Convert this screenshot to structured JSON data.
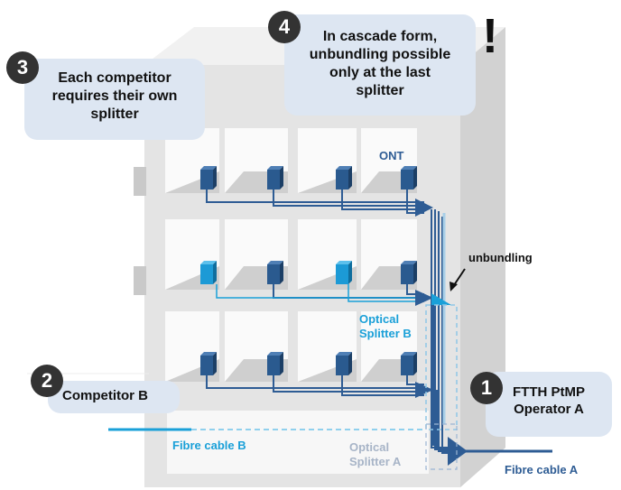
{
  "callouts": {
    "c1": {
      "number": "1",
      "text": "FTTH PtMP\nOperator A"
    },
    "c2": {
      "number": "2",
      "text": "Competitor B"
    },
    "c3": {
      "number": "3",
      "text": "Each competitor\nrequires their own\nsplitter"
    },
    "c4": {
      "number": "4",
      "text": "In cascade form,\nunbundling possible\nonly at the last\nsplitter"
    }
  },
  "labels": {
    "ont": "ONT",
    "unbundling": "unbundling",
    "splitter_b": "Optical\nSplitter B",
    "splitter_a": "Optical\nSplitter A",
    "fibre_b": "Fibre cable B",
    "fibre_a": "Fibre cable A",
    "exclamation": "!"
  },
  "colors": {
    "operator_a": "#2e5c94",
    "competitor_b": "#1aa0d8",
    "callout_bg": "#dde6f2",
    "building": "#e6e6e6",
    "ont_dark": "#2a5a8f",
    "ont_light": "#1c9ad6"
  }
}
